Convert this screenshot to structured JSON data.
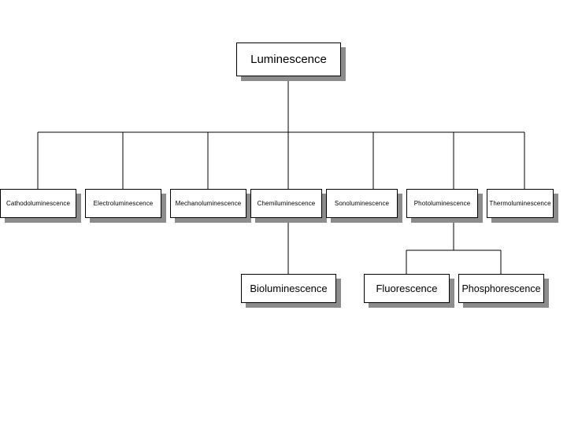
{
  "colors": {
    "line": "#000000",
    "box_border": "#000000",
    "shadow": "#8c8c8c",
    "background": "#ffffff"
  },
  "root": {
    "label": "Luminescence"
  },
  "types": [
    {
      "label": "Cathodoluminescence"
    },
    {
      "label": "Electroluminescence"
    },
    {
      "label": "Mechanoluminescence"
    },
    {
      "label": "Chemiluminescence",
      "children": [
        {
          "label": "Bioluminescence"
        }
      ]
    },
    {
      "label": "Sonoluminescence"
    },
    {
      "label": "Photoluminescence",
      "children": [
        {
          "label": "Fluorescence"
        },
        {
          "label": "Phosphorescence"
        }
      ]
    },
    {
      "label": "Thermoluminescence"
    }
  ]
}
